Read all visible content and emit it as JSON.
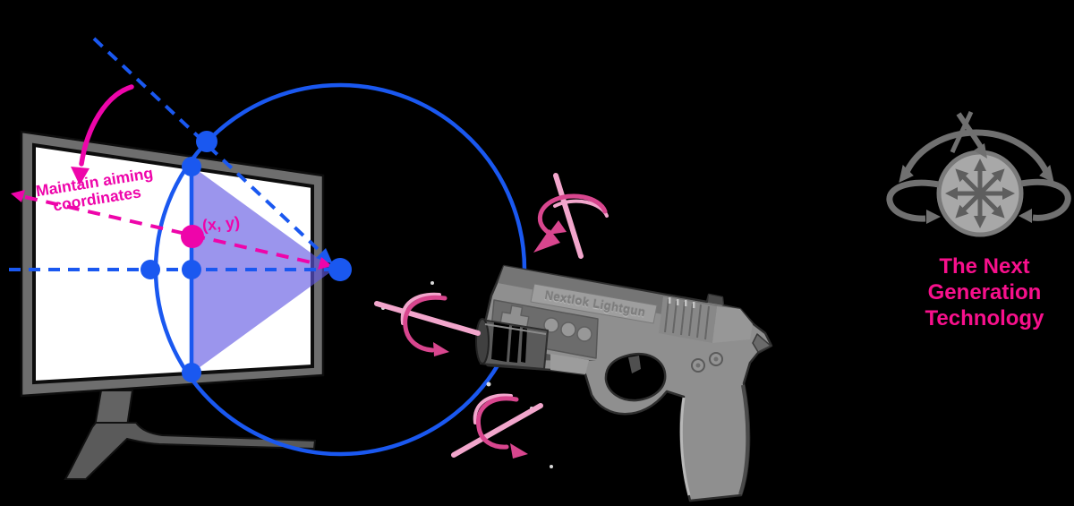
{
  "diagram": {
    "aiming_label": {
      "line1": "Maintain aiming",
      "line2": "coordinates"
    },
    "coordinates_label": "(x, y)"
  },
  "gun": {
    "brand_label": "Nextlok Lightgun"
  },
  "tagline": {
    "line1": "The Next",
    "line2": "Generation",
    "line3": "Technology"
  },
  "icons": {
    "gyroscope": "gyroscope-6dof-motion-icon",
    "rotation_top": "yaw-rotation-arrow-icon",
    "rotation_middle": "roll-rotation-arrow-icon",
    "rotation_bottom": "pitch-rotation-arrow-icon"
  },
  "colors": {
    "background": "#000000",
    "blue": "#1A58F0",
    "magenta": "#EE05AA",
    "pink": "#F8108C",
    "light_pink": "#F2A6CC",
    "rotation_pink": "#D8468E",
    "purple_fill": "#6157E2",
    "stripe_blue": "#2F8FE0",
    "gyro_gray": "#707070",
    "gyro_dark": "#5E5E5E",
    "monitor_frame": "#6E6E6E",
    "gun_gray": "#8F8F8F"
  }
}
